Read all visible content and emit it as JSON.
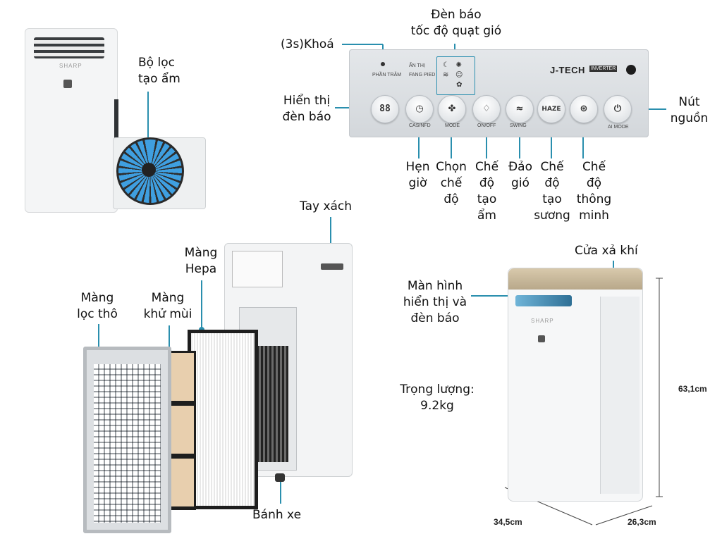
{
  "labels": {
    "lock": "(3s)Khoá",
    "speed_indicator_l1": "Đèn báo",
    "speed_indicator_l2": "tốc độ quạt gió",
    "display_l1": "Hiển thị",
    "display_l2": "đèn báo",
    "power_l1": "Nút",
    "power_l2": "nguồn",
    "timer_l1": "Hẹn",
    "timer_l2": "giờ",
    "mode_l1": "Chọn",
    "mode_l2": "chế",
    "mode_l3": "độ",
    "humid_l1": "Chế",
    "humid_l2": "độ",
    "humid_l3": "tạo",
    "humid_l4": "ẩm",
    "swing_l1": "Đảo",
    "swing_l2": "gió",
    "mist_l1": "Chế",
    "mist_l2": "độ",
    "mist_l3": "tạo",
    "mist_l4": "sương",
    "smart_l1": "Chế",
    "smart_l2": "độ",
    "smart_l3": "thông",
    "smart_l4": "minh",
    "humid_filter_l1": "Bộ lọc",
    "humid_filter_l2": "tạo ẩm",
    "handle": "Tay xách",
    "hepa_l1": "Màng",
    "hepa_l2": "Hepa",
    "prefilter_l1": "Màng",
    "prefilter_l2": "lọc thô",
    "deodor_l1": "Màng",
    "deodor_l2": "khử mùi",
    "wheel": "Bánh xe",
    "outlet": "Cửa xả khí",
    "screen_l1": "Màn hình",
    "screen_l2": "hiển thị và",
    "screen_l3": "đèn báo",
    "weight_l1": "Trọng lượng:",
    "weight_l2": "9.2kg"
  },
  "dimensions": {
    "height": "63,1cm",
    "width": "34,5cm",
    "depth": "26,3cm"
  },
  "panel": {
    "brand": "J-TECH",
    "brand_tag": "INVERTER",
    "display_digits": "88",
    "haze": "HAZE",
    "btn_labels": [
      "CAS/NFD",
      "MODE",
      "ON/OFF",
      "SWING",
      "",
      "",
      "AI MODE"
    ],
    "small_top": [
      "PHẦN TRĂM",
      "ẨN THỊ",
      "FANG PIED"
    ]
  },
  "brand_logo": "SHARP",
  "colors": {
    "accent": "#2a8fae",
    "device": "#f3f4f5",
    "panel": "#d9dde1"
  },
  "icons": [
    "lock-icon",
    "timer-icon",
    "fan-icon",
    "droplet-icon",
    "swing-icon",
    "haze-icon",
    "smart-icon",
    "power-icon"
  ]
}
